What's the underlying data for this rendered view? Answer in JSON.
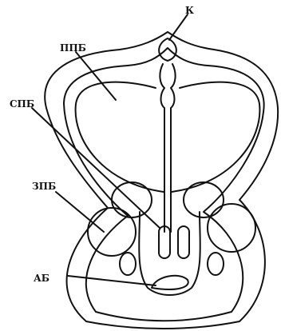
{
  "labels": {
    "k": "К",
    "ppb": "ППБ",
    "spb": "СПБ",
    "zpb": "ЗПБ",
    "ab": "АБ"
  }
}
